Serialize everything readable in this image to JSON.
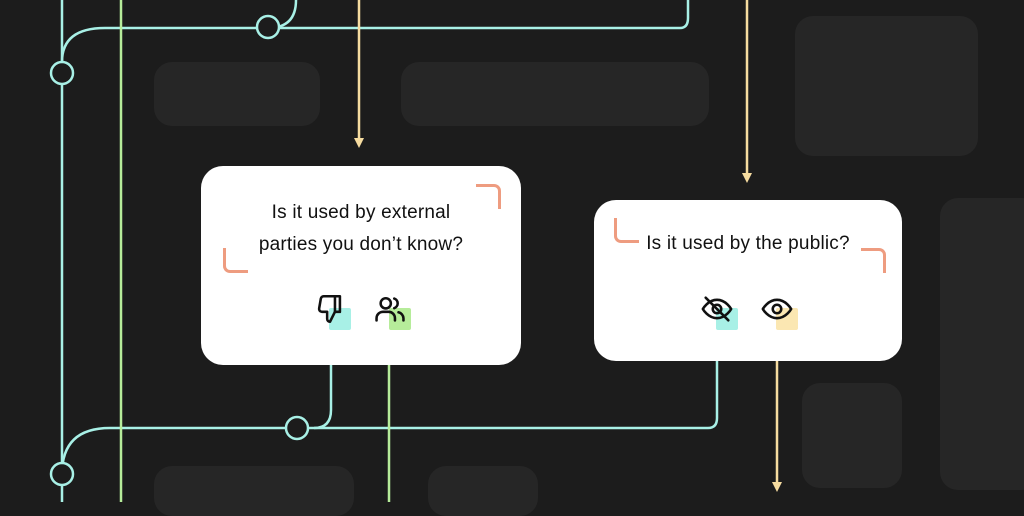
{
  "flowchart": {
    "question_1": {
      "line_1": "Is it used by external",
      "line_2": "parties you don’t know?",
      "options": [
        {
          "icon": "thumbs-down-icon",
          "highlight": "#a8f0e6"
        },
        {
          "icon": "users-icon",
          "highlight": "#b6ec9a"
        }
      ]
    },
    "question_2": {
      "text": "Is it used by the public?",
      "options": [
        {
          "icon": "eye-off-icon",
          "highlight": "#a8f0e6"
        },
        {
          "icon": "eye-icon",
          "highlight": "#fbe7b2"
        }
      ]
    },
    "colors": {
      "background": "#1c1c1c",
      "mint_line": "#a8f0e6",
      "green_line": "#b6ec9a",
      "yellow_line": "#f6dca0",
      "bracket_accent": "#ee9c80"
    }
  }
}
